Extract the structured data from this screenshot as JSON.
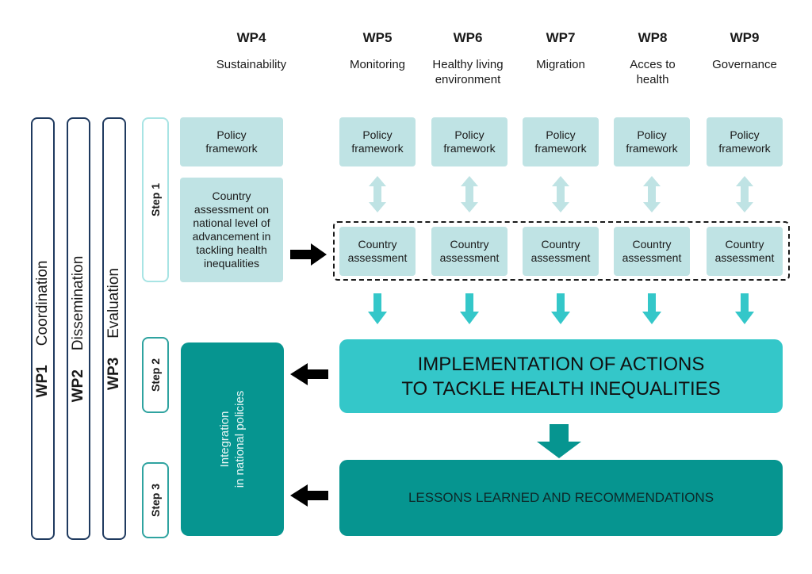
{
  "work_packages": [
    {
      "code": "WP4",
      "title": "Sustainability"
    },
    {
      "code": "WP5",
      "title": "Monitoring"
    },
    {
      "code": "WP6",
      "title": "Healthy living environment"
    },
    {
      "code": "WP7",
      "title": "Migration"
    },
    {
      "code": "WP8",
      "title": "Acces to health"
    },
    {
      "code": "WP9",
      "title": "Governance"
    }
  ],
  "horizontal_wps": [
    {
      "code": "WP1",
      "name": "Coordination"
    },
    {
      "code": "WP2",
      "name": "Dissemination"
    },
    {
      "code": "WP3",
      "name": "Evaluation"
    }
  ],
  "steps": [
    "Step 1",
    "Step 2",
    "Step 3"
  ],
  "wp4_boxes": {
    "policy": "Policy framework",
    "assessment": "Country assessment on national level of advancement in tackling health inequalities"
  },
  "wp_box_labels": {
    "policy": "Policy framework",
    "assessment": "Country assessment"
  },
  "implementation": {
    "line1": "IMPLEMENTATION OF ACTIONS",
    "line2": "TO TACKLE HEALTH INEQUALITIES"
  },
  "lessons": "LESSONS LEARNED AND RECOMMENDATIONS",
  "integration": {
    "line1": "Integration",
    "line2": "in national policies"
  },
  "colors": {
    "light_box": "#bfe3e4",
    "implementation": "#34c7c9",
    "dark_teal": "#069590",
    "arrow_light": "#bfe3e4",
    "arrow_mid": "#34c7c9",
    "border_navy": "#1f3a5f"
  }
}
